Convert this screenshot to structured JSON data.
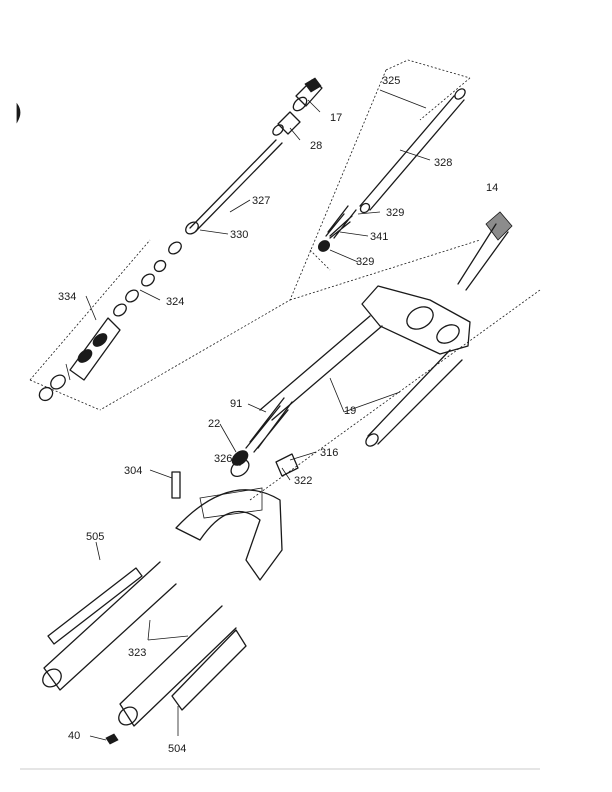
{
  "diagram": {
    "labels": {
      "l17": "17",
      "l28": "28",
      "l325": "325",
      "l328": "328",
      "l14": "14",
      "l327": "327",
      "l329a": "329",
      "l341": "341",
      "l329b": "329",
      "l330": "330",
      "l334": "334",
      "l324": "324",
      "l91": "91",
      "l19": "19",
      "l22": "22",
      "l316": "316",
      "l326": "326",
      "l304": "304",
      "l322": "322",
      "l505": "505",
      "l323": "323",
      "l40": "40",
      "l504": "504"
    }
  }
}
